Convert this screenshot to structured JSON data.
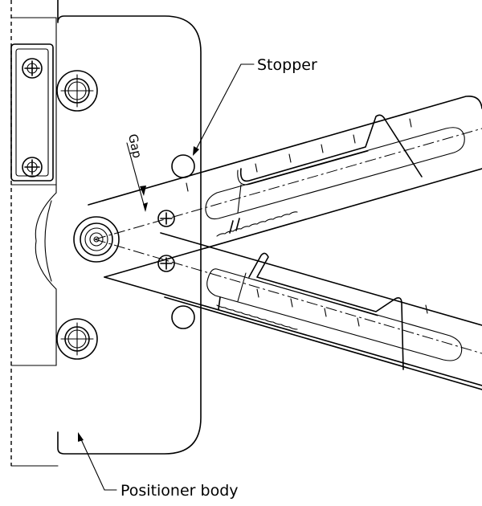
{
  "labels": {
    "stopper": "Stopper",
    "gap": "Gap",
    "positioner_body": "Positioner body"
  },
  "colors": {
    "ink": "#000000",
    "paper": "#ffffff"
  }
}
